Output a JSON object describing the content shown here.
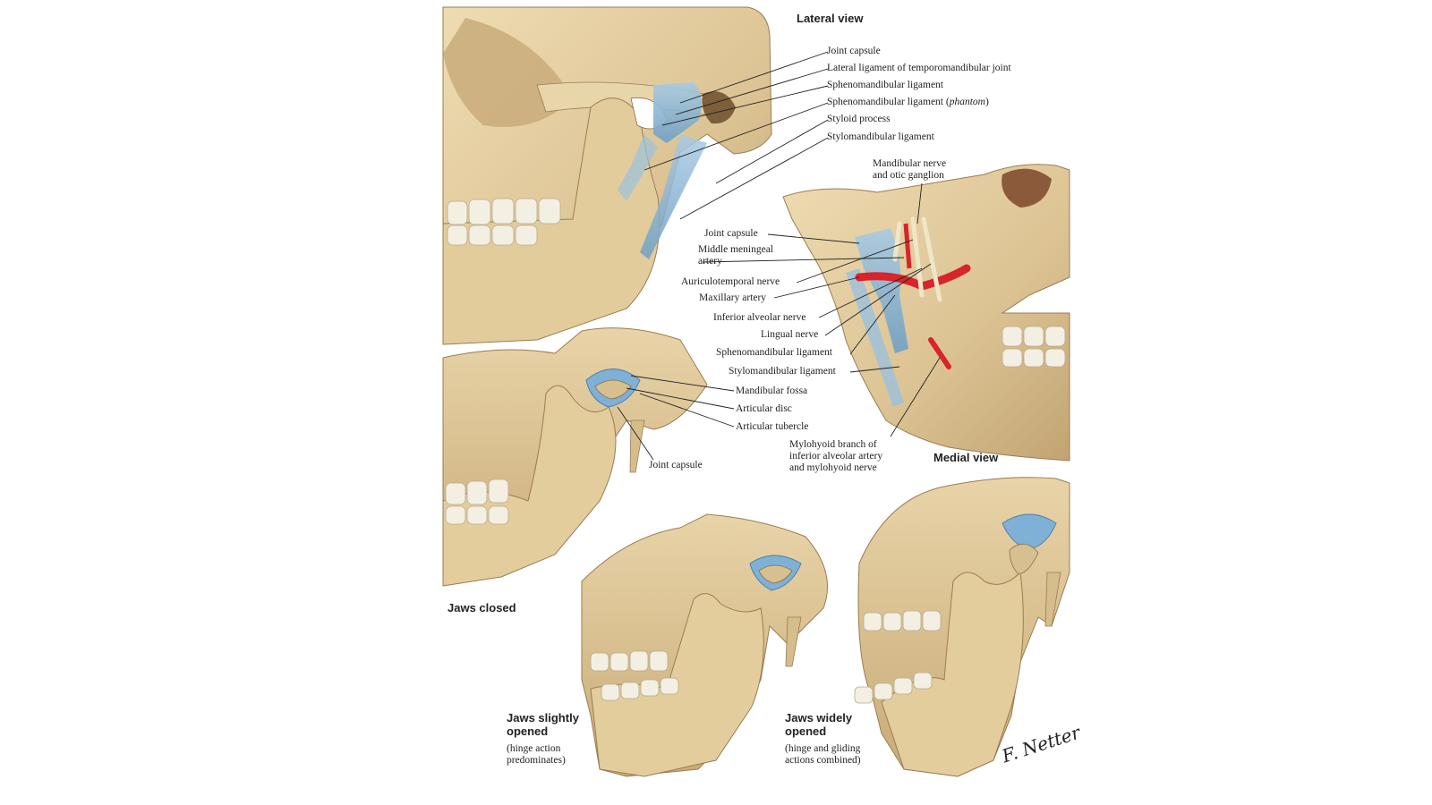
{
  "titles": {
    "lateral_view": "Lateral view",
    "medial_view": "Medial view",
    "jaws_closed": "Jaws closed",
    "jaws_slightly_opened": "Jaws slightly\nopened",
    "jaws_slightly_opened_sub": "(hinge action\npredominates)",
    "jaws_widely_opened": "Jaws widely\nopened",
    "jaws_widely_opened_sub": "(hinge and gliding\nactions combined)"
  },
  "lateral_labels": [
    "Joint capsule",
    "Lateral ligament of temporomandibular joint",
    "Sphenomandibular ligament",
    "Sphenomandibular ligament (",
    "phantom",
    ")",
    "Styloid process",
    "Stylomandibular ligament"
  ],
  "medial_labels": {
    "mandibular_nerve": "Mandibular nerve\nand otic ganglion",
    "joint_capsule": "Joint capsule",
    "middle_meningeal": "Middle meningeal\nartery",
    "auriculotemporal": "Auriculotemporal nerve",
    "maxillary_artery": "Maxillary artery",
    "inferior_alveolar": "Inferior alveolar nerve",
    "lingual": "Lingual nerve",
    "sphenomandibular": "Sphenomandibular ligament",
    "stylomandibular": "Stylomandibular ligament",
    "mylohyoid": "Mylohyoid branch of\ninferior alveolar artery\nand mylohyoid nerve"
  },
  "closed_labels": {
    "mandibular_fossa": "Mandibular fossa",
    "articular_disc": "Articular disc",
    "articular_tubercle": "Articular tubercle",
    "joint_capsule": "Joint capsule"
  },
  "signature": "F. Netter",
  "colors": {
    "bone": "#e3cfa3",
    "bone_shadow": "#b89a68",
    "bone_dark": "#8a6d45",
    "ligament": "#8fb9d8",
    "artery": "#d8242c",
    "nerve": "#efe6c8",
    "teeth": "#f3efe3"
  }
}
